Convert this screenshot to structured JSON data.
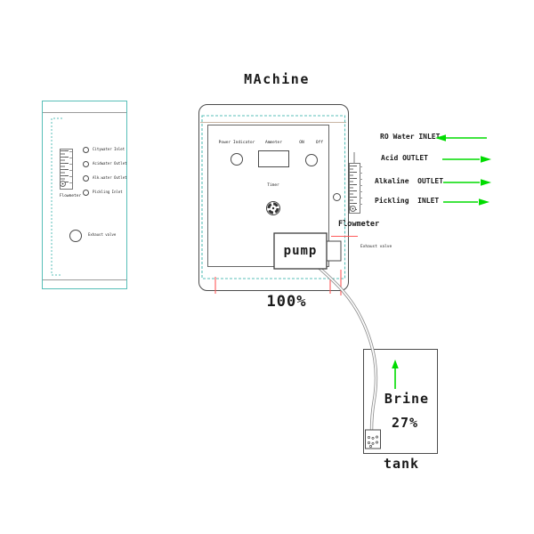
{
  "title": "MAchine",
  "left_panel": {
    "flowmeter_label": "Flowmeter",
    "ports": [
      {
        "label": "Citywater Inlet"
      },
      {
        "label": "Acidwater Outlet"
      },
      {
        "label": "Alk.water Outlet"
      },
      {
        "label": "Pickling Inlet"
      }
    ],
    "exhaust_valve_label": "Exhaust valve"
  },
  "machine": {
    "power_indicator_label": "Power Indicator",
    "ammeter_label": "Ammeter",
    "on_label": "ON",
    "off_label": "Off",
    "timer_label": "Timer",
    "pump_label": "pump",
    "load_percent": "100%"
  },
  "right_flowmeter": {
    "label": "Flowmeter",
    "exhaust_valve_label": "Exhaust valve"
  },
  "connections": [
    {
      "label": "RO Water INLET",
      "direction": "left"
    },
    {
      "label": "Acid OUTLET",
      "direction": "right"
    },
    {
      "label": "Alkaline  OUTLET",
      "direction": "right"
    },
    {
      "label": "Pickling  INLET",
      "direction": "right"
    }
  ],
  "tank": {
    "content_label": "Brine",
    "concentration": "27%",
    "label": "tank"
  },
  "colors": {
    "teal": "#58bfb8",
    "green": "#00dc00",
    "red": "#ff5a5a",
    "line": "#555555"
  }
}
